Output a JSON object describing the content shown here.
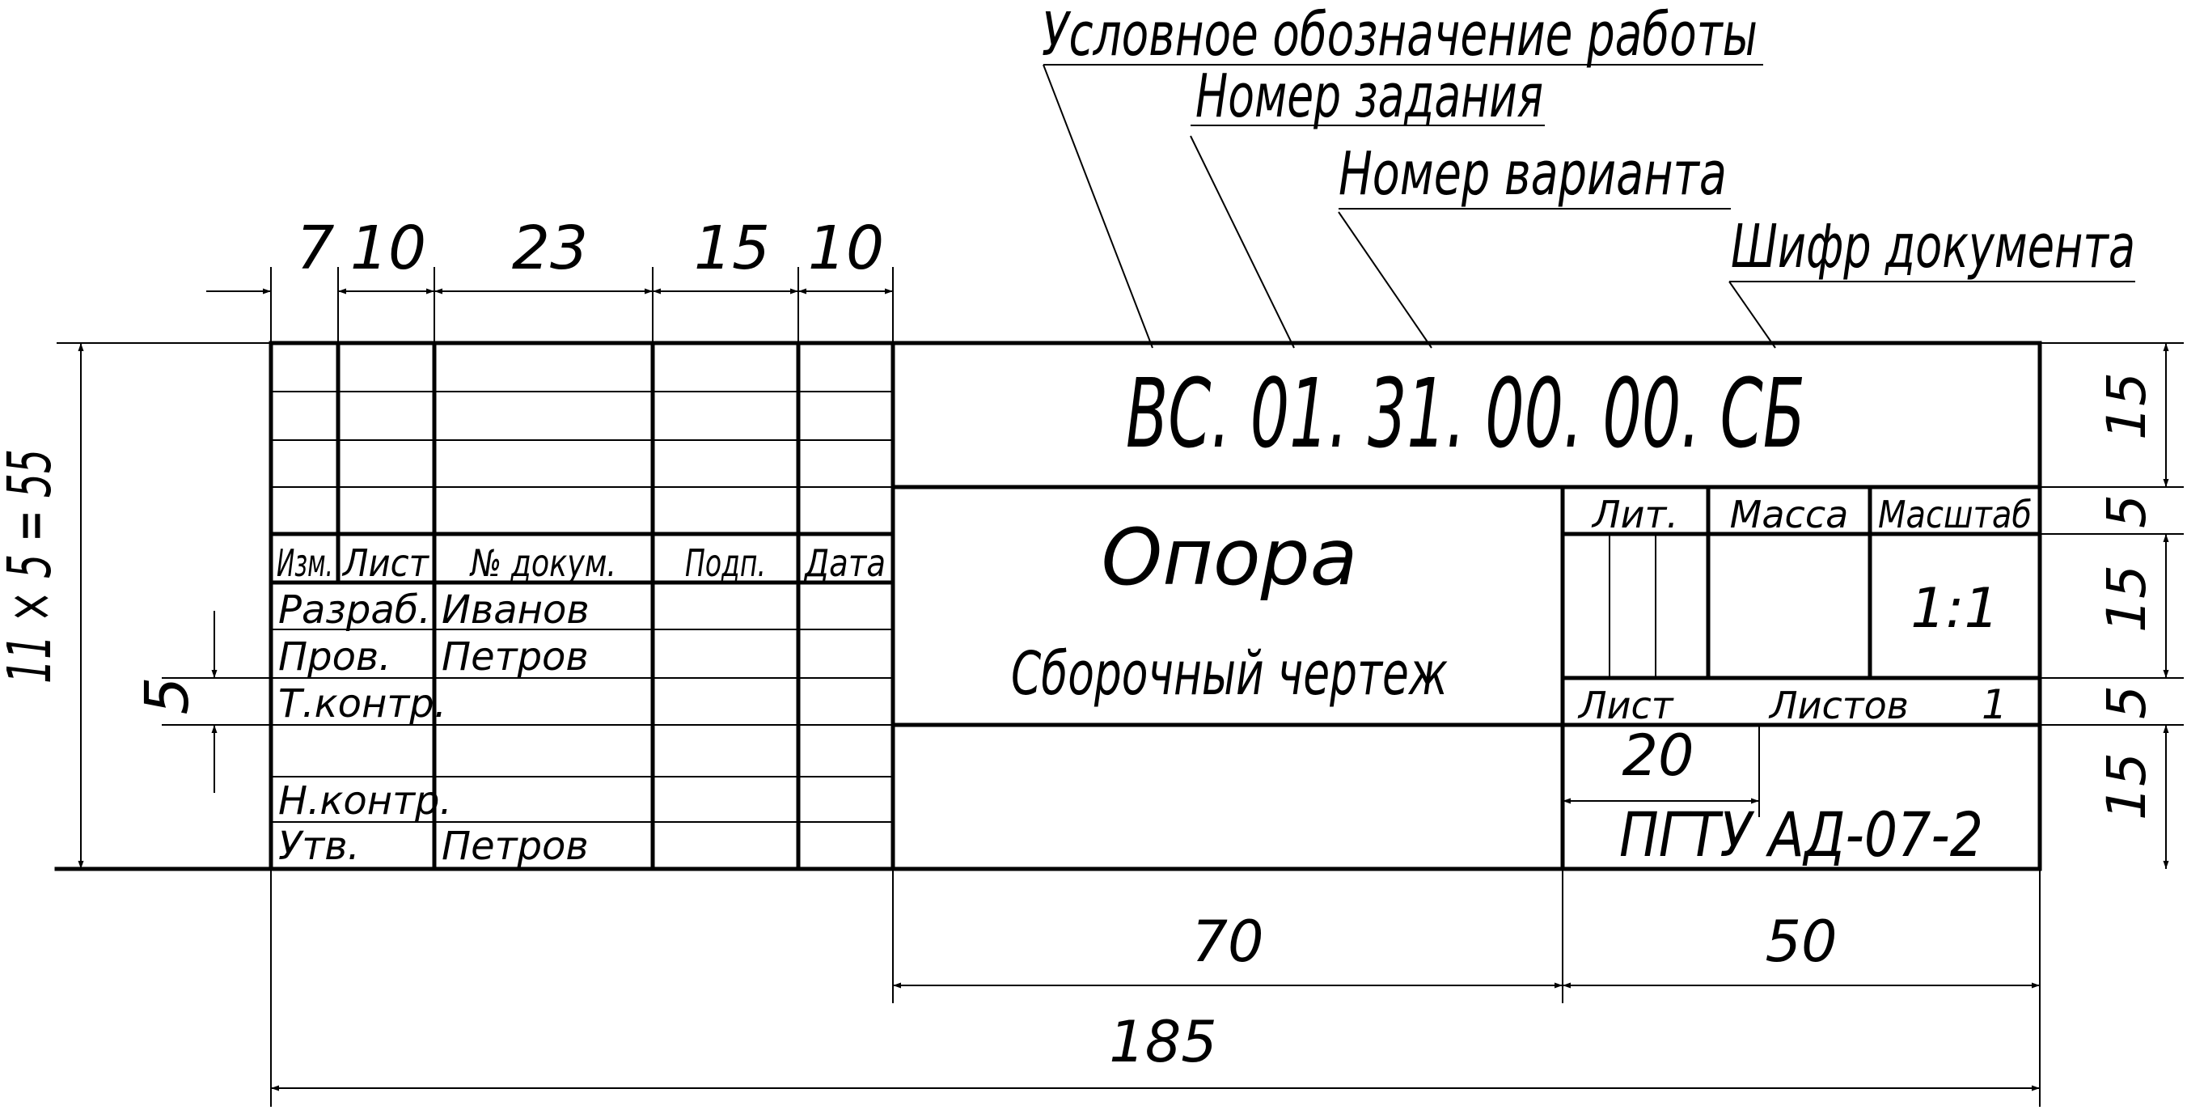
{
  "header_labels": {
    "work_designation": "Условное обозначение работы",
    "task_number": "Номер задания",
    "variant_number": "Номер варианта",
    "document_code": "Шифр документа"
  },
  "designation": "ВС. 01. 31. 00. 00. СБ",
  "title": {
    "name": "Опора",
    "doc_type": "Сборочный чертеж"
  },
  "columns": {
    "izm": "Изм.",
    "list": "Лист",
    "doc_no": "№ докум.",
    "sign": "Подп.",
    "date": "Дата"
  },
  "roles": [
    {
      "role": "Разраб.",
      "name": "Иванов"
    },
    {
      "role": "Пров.",
      "name": "Петров"
    },
    {
      "role": "Т.контр.",
      "name": ""
    },
    {
      "role": "",
      "name": ""
    },
    {
      "role": "Н.контр.",
      "name": ""
    },
    {
      "role": "Утв.",
      "name": "Петров"
    }
  ],
  "info": {
    "lit_label": "Лит.",
    "mass_label": "Масса",
    "scale_label": "Масштаб",
    "scale_value": "1:1",
    "sheet_label": "Лист",
    "sheets_label": "Листов",
    "sheets_value": "1",
    "organization": "ПГТУ АД-07-2"
  },
  "dimensions": {
    "col_widths": [
      "7",
      "10",
      "23",
      "15",
      "10"
    ],
    "left_total": "11 × 5 = 55",
    "left_row": "5",
    "right": [
      "15",
      "5",
      "15",
      "5",
      "15"
    ],
    "sheet_width": "20",
    "bottom_mid": "70",
    "bottom_right": "50",
    "total_width": "185"
  }
}
